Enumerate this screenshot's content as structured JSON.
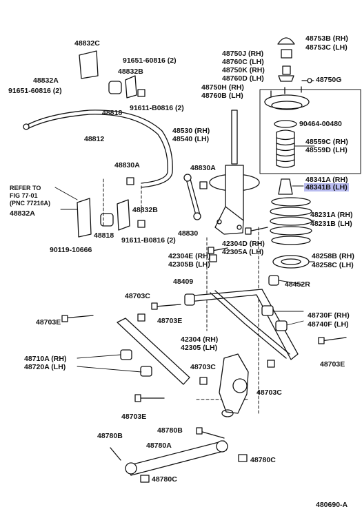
{
  "diagram_id": "480690-A",
  "refer_note": [
    "REFER TO",
    "FIG 77-01",
    "(PNC 77216A)"
  ],
  "highlight_color": "#b9bcf0",
  "labels": {
    "p48832C": "48832C",
    "p91651a": "91651-60816 (2)",
    "p48832B_top": "48832B",
    "p48832A_top": "48832A",
    "p91651b": "91651-60816 (2)",
    "p48818_top": "48818",
    "p91611a": "91611-B0816 (2)",
    "p48812": "48812",
    "p48830A_l": "48830A",
    "p48830A_r": "48830A",
    "p48832A_low": "48832A",
    "p48832B_low": "48832B",
    "p48818_low": "48818",
    "p91611b": "91611-B0816 (2)",
    "p90119": "90119-10666",
    "p48830": "48830",
    "p48750J": "48750J (RH)",
    "p48760C": "48760C (LH)",
    "p48750K": "48750K (RH)",
    "p48760D": "48760D (LH)",
    "p48750H": "48750H (RH)",
    "p48760B": "48760B (LH)",
    "p48530": "48530 (RH)",
    "p48540": "48540 (LH)",
    "p48753B": "48753B (RH)",
    "p48753C": "48753C (LH)",
    "p48750G": "48750G",
    "p90464": "90464-00480",
    "p48559C": "48559C (RH)",
    "p48559D": "48559D (LH)",
    "p48341A": "48341A (RH)",
    "p48341B": "48341B (LH)",
    "p48231A": "48231A (RH)",
    "p48231B": "48231B (LH)",
    "p48258B": "48258B (RH)",
    "p48258C": "48258C (LH)",
    "p42304D": "42304D (RH)",
    "p42305A": "42305A (LH)",
    "p42304E": "42304E (RH)",
    "p42305B": "42305B (LH)",
    "p48409": "48409",
    "p48452R": "48452R",
    "p48703C_a": "48703C",
    "p48703E_a": "48703E",
    "p48703E_b": "48703E",
    "p48730F": "48730F (RH)",
    "p48740F": "48740F (LH)",
    "p42304": "42304 (RH)",
    "p42305": "42305 (LH)",
    "p48703C_b": "48703C",
    "p48703C_c": "48703C",
    "p48710A": "48710A (RH)",
    "p48720A": "48720A (LH)",
    "p48703E_c": "48703E",
    "p48703E_d": "48703E",
    "p48780B_a": "48780B",
    "p48780B_b": "48780B",
    "p48780A": "48780A",
    "p48780C_a": "48780C",
    "p48780C_b": "48780C"
  }
}
